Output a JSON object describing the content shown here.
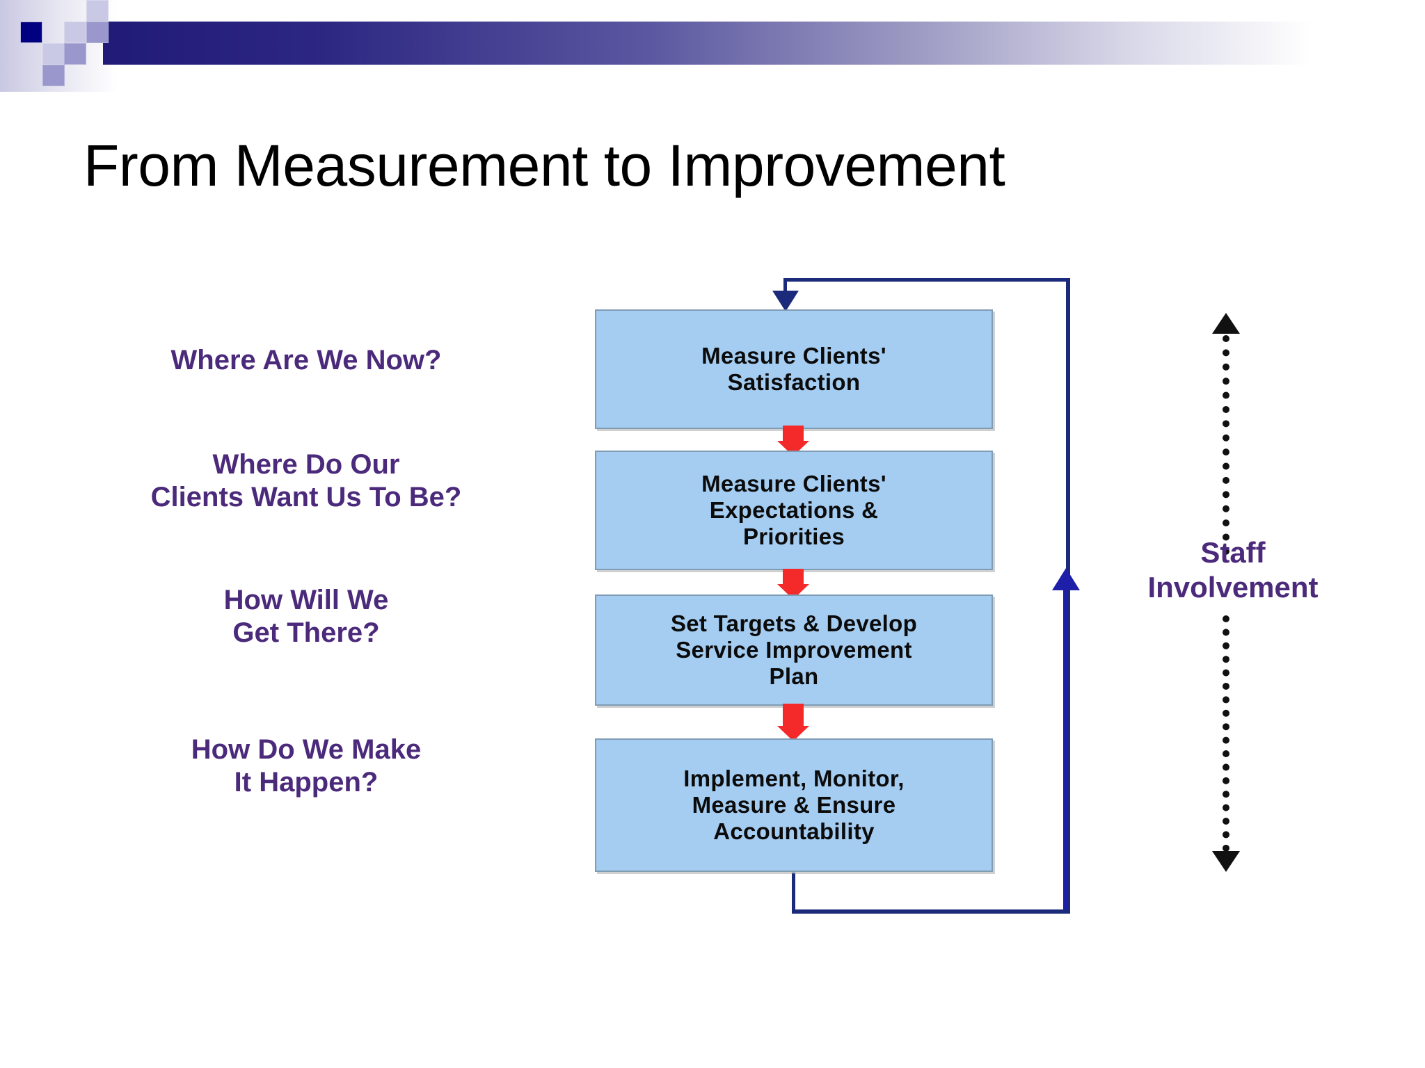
{
  "slide": {
    "title": "From Measurement to Improvement",
    "background_color": "#ffffff"
  },
  "header_decoration": {
    "accent_dark": "#000080",
    "accent_mid": "#9997cb",
    "accent_light": "#c9c8e5",
    "bar_gradient_start": "#211b78",
    "bar_gradient_end": "#ffffff"
  },
  "questions": {
    "text_color": "#4b2a7b",
    "items": [
      {
        "line1": "Where Are We Now?",
        "line2": ""
      },
      {
        "line1": "Where Do Our",
        "line2": "Clients Want Us To Be?"
      },
      {
        "line1": "How Will We",
        "line2": "Get There?"
      },
      {
        "line1": "How Do We Make",
        "line2": "It Happen?"
      }
    ]
  },
  "flowchart": {
    "box_fill": "#a5cdf2",
    "box_border": "#7f9cb5",
    "box_text_color": "#0b0b0b",
    "connector_color": "#f42a2a",
    "loop_color": "#1b2a7a",
    "boxes": [
      {
        "line1": "Measure Clients'",
        "line2": "Satisfaction",
        "line3": ""
      },
      {
        "line1": "Measure Clients'",
        "line2": "Expectations &",
        "line3": "Priorities"
      },
      {
        "line1": "Set Targets & Develop",
        "line2": "Service Improvement",
        "line3": "Plan"
      },
      {
        "line1": "Implement, Monitor,",
        "line2": "Measure & Ensure",
        "line3": "Accountability"
      }
    ]
  },
  "staff_involvement": {
    "line1": "Staff",
    "line2": "Involvement",
    "text_color": "#4b2a7b",
    "arrow_color": "#111111",
    "arrow_style": "dotted-double-headed"
  }
}
